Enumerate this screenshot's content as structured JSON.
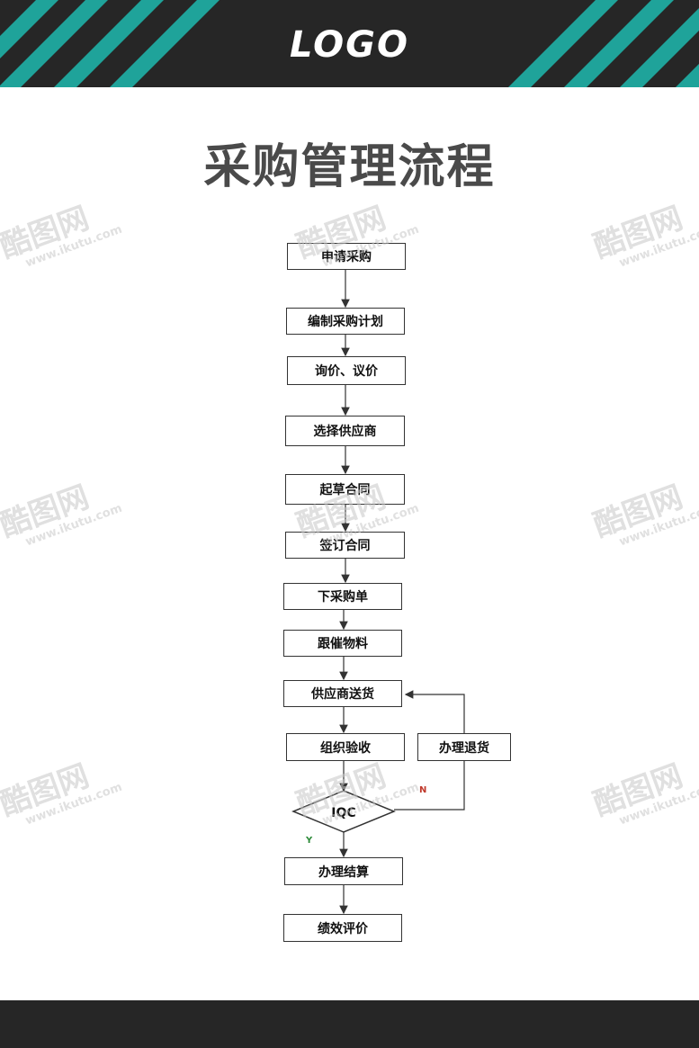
{
  "header": {
    "logo": "LOGO"
  },
  "title": "采购管理流程",
  "nodes": {
    "apply": "申请采购",
    "plan": "编制采购计划",
    "inquiry": "询价、议价",
    "select_supplier": "选择供应商",
    "draft_contract": "起草合同",
    "sign_contract": "签订合同",
    "place_order": "下采购单",
    "follow_up": "跟催物料",
    "delivery": "供应商送货",
    "inspection": "组织验收",
    "iqc": "IQC",
    "return_goods": "办理退货",
    "settlement": "办理结算",
    "evaluation": "绩效评价"
  },
  "branches": {
    "no": "N",
    "yes": "Y"
  },
  "watermark": {
    "brand": "酷图网",
    "url": "www.ikutu.com"
  },
  "colors": {
    "teal": "#1fa39a",
    "dark": "#262626",
    "title": "#4a4a4a",
    "no": "#c0392b",
    "yes": "#2e8b3a"
  }
}
